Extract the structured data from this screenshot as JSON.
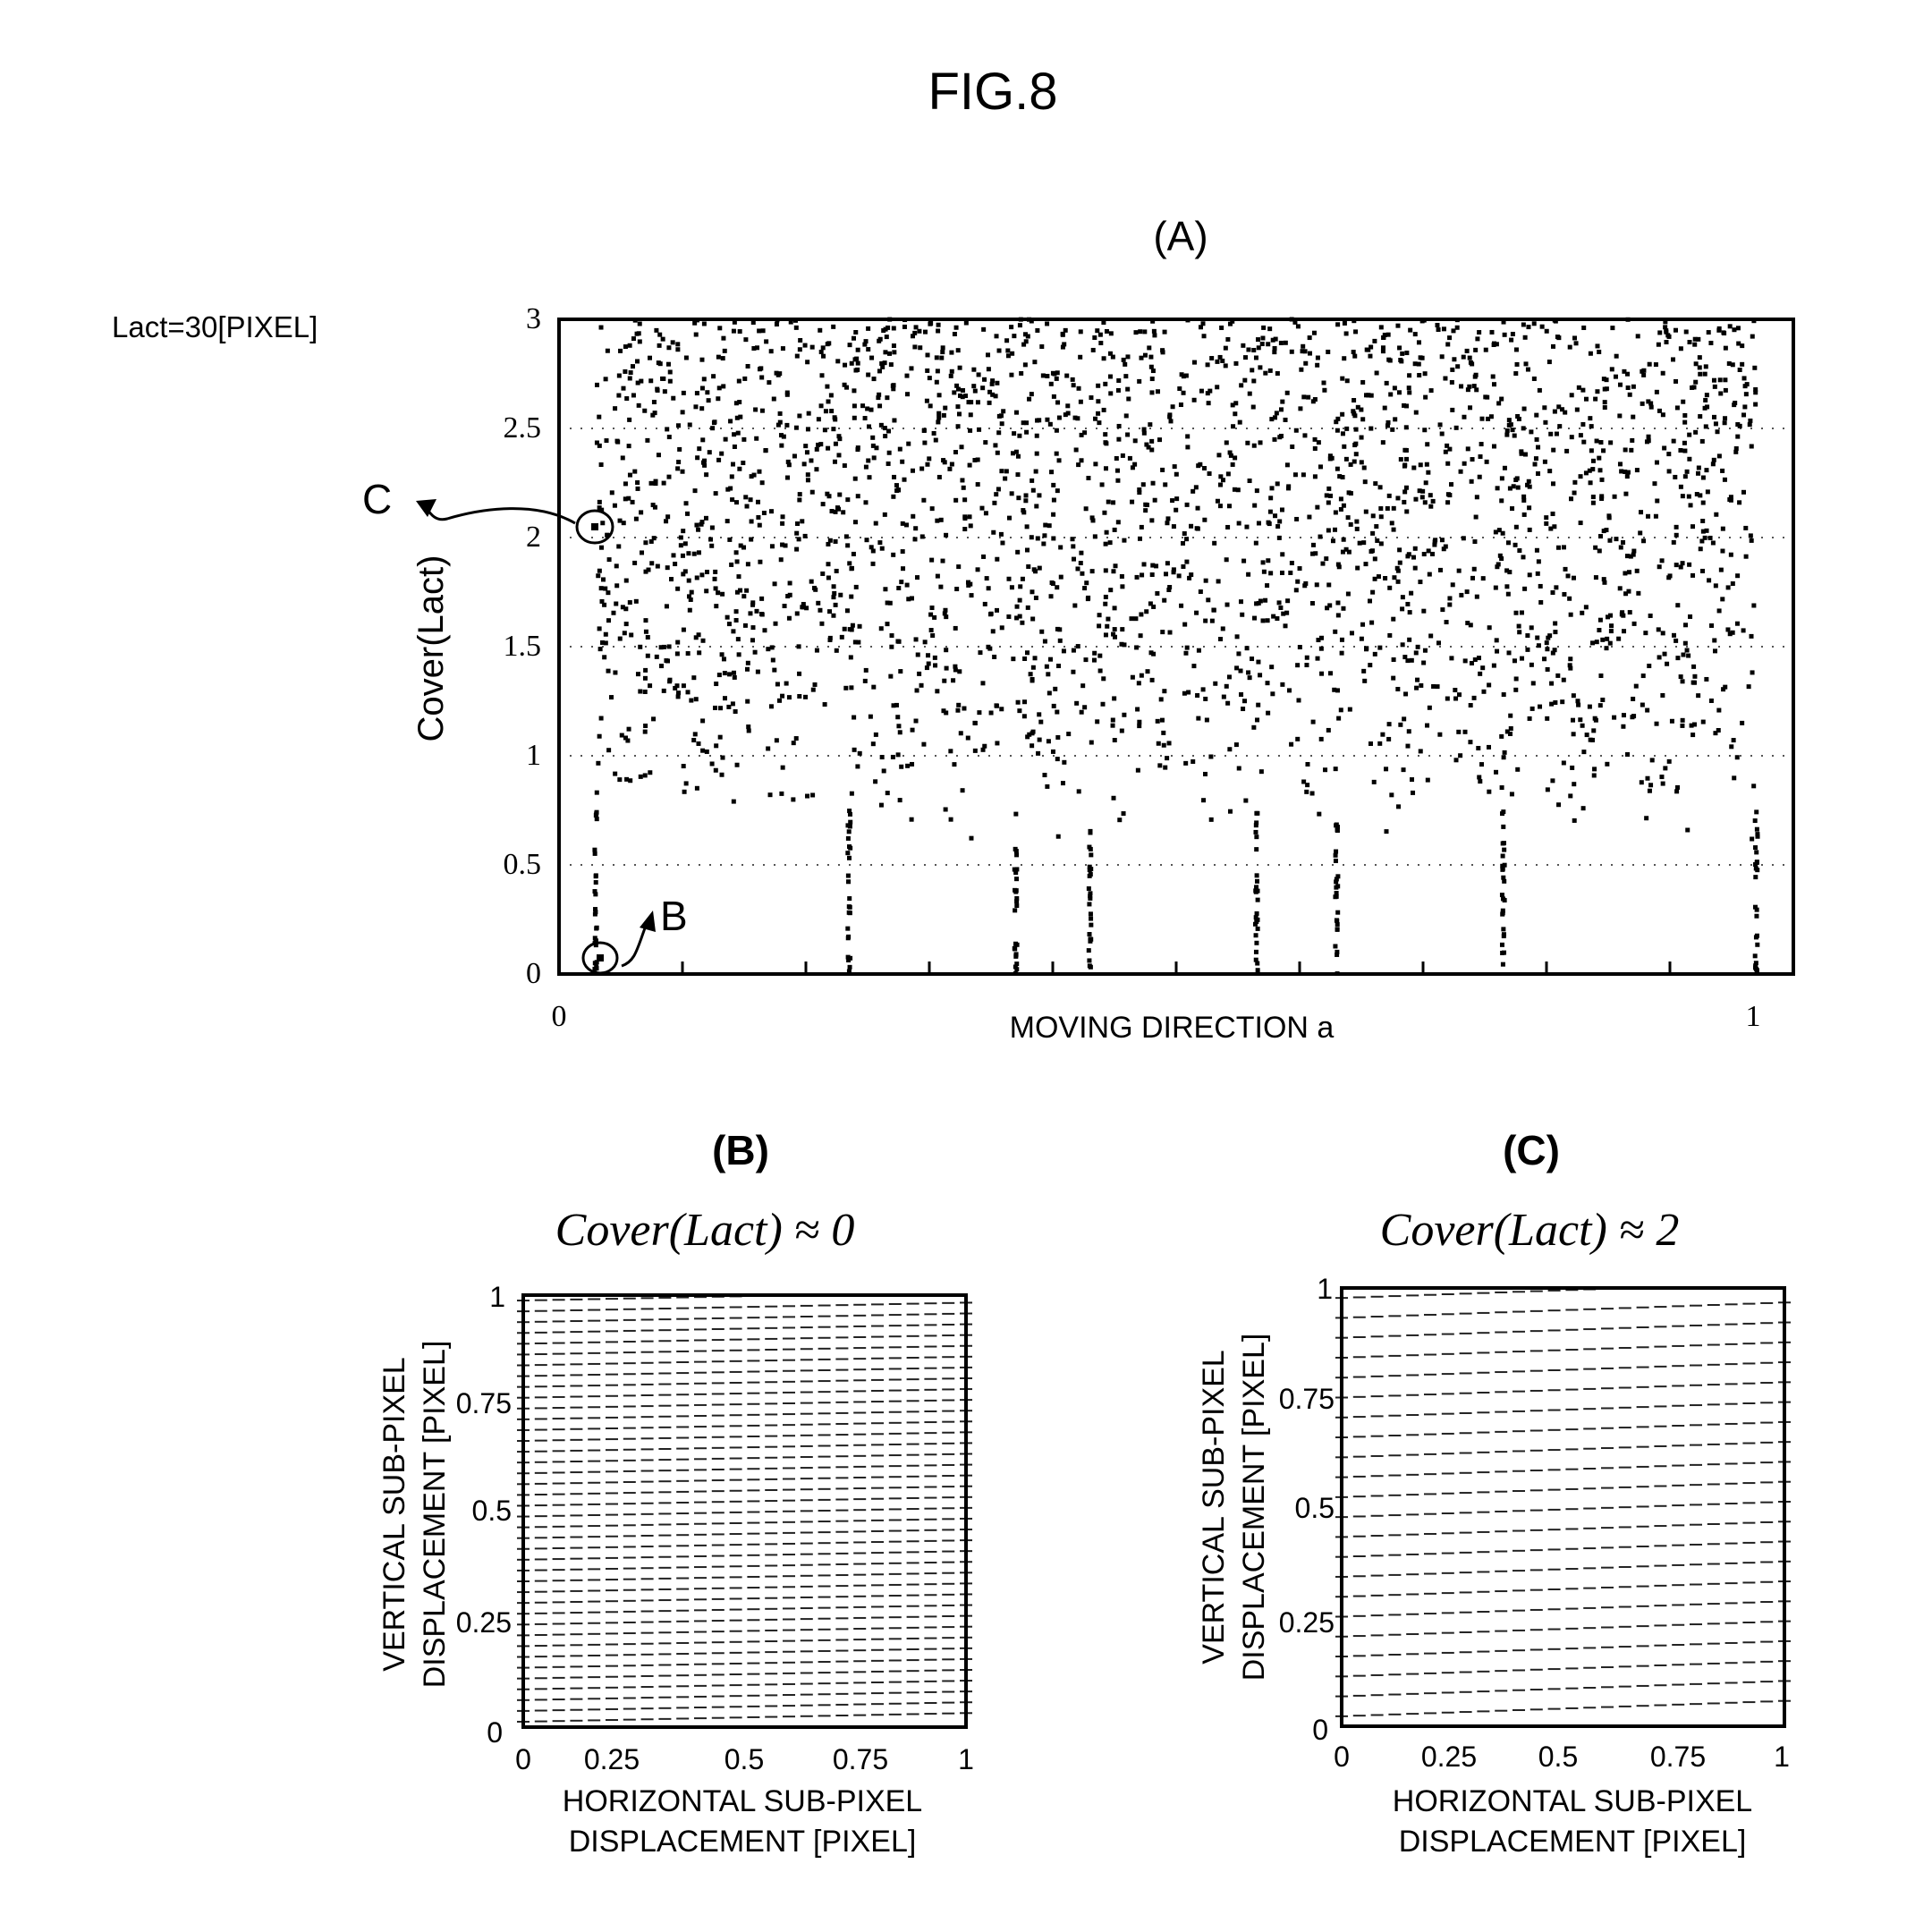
{
  "figure_title": "FIG.8",
  "chart_data": [
    {
      "panel": "(A)",
      "type": "scatter",
      "annotation": "Lact=30[PIXEL]",
      "xlabel": "MOVING DIRECTION a",
      "ylabel": "Cover(Lact)",
      "xlim": [
        0,
        1
      ],
      "ylim": [
        0,
        3
      ],
      "x_ticks": [
        "0",
        "1"
      ],
      "y_ticks": [
        "0",
        "0.5",
        "1",
        "1.5",
        "2",
        "2.5",
        "3"
      ],
      "grid": "dotted",
      "marker_color": "#000000",
      "callouts": [
        {
          "label": "C",
          "x": 0.03,
          "y": 2.05
        },
        {
          "label": "B",
          "x": 0.035,
          "y": 0.08
        }
      ],
      "low_columns_x": [
        0.03,
        0.235,
        0.37,
        0.43,
        0.565,
        0.63,
        0.765,
        0.97
      ],
      "band_min_y": 0.55
    },
    {
      "panel": "(B)",
      "type": "scatter",
      "title": "Cover(Lact) ≈ 0",
      "xlabel_line1": "HORIZONTAL SUB-PIXEL",
      "xlabel_line2": "DISPLACEMENT [PIXEL]",
      "ylabel_line1": "VERTICAL SUB-PIXEL",
      "ylabel_line2": "DISPLACEMENT [PIXEL]",
      "xlim": [
        0,
        1
      ],
      "ylim": [
        0,
        1
      ],
      "x_ticks": [
        "0",
        "0.25",
        "0.5",
        "0.75",
        "1"
      ],
      "y_ticks": [
        "0",
        "0.25",
        "0.5",
        "0.75",
        "1"
      ],
      "row_count": 40,
      "slope": 0.02
    },
    {
      "panel": "(C)",
      "type": "scatter",
      "title": "Cover(Lact) ≈ 2",
      "xlabel_line1": "HORIZONTAL SUB-PIXEL",
      "xlabel_line2": "DISPLACEMENT [PIXEL]",
      "ylabel_line1": "VERTICAL SUB-PIXEL",
      "ylabel_line2": "DISPLACEMENT [PIXEL]",
      "xlim": [
        0,
        1
      ],
      "ylim": [
        0,
        1
      ],
      "x_ticks": [
        "0",
        "0.25",
        "0.5",
        "0.75",
        "1"
      ],
      "y_ticks": [
        "0",
        "0.25",
        "0.5",
        "0.75",
        "1"
      ],
      "row_count": 22,
      "slope": 0.035
    }
  ]
}
